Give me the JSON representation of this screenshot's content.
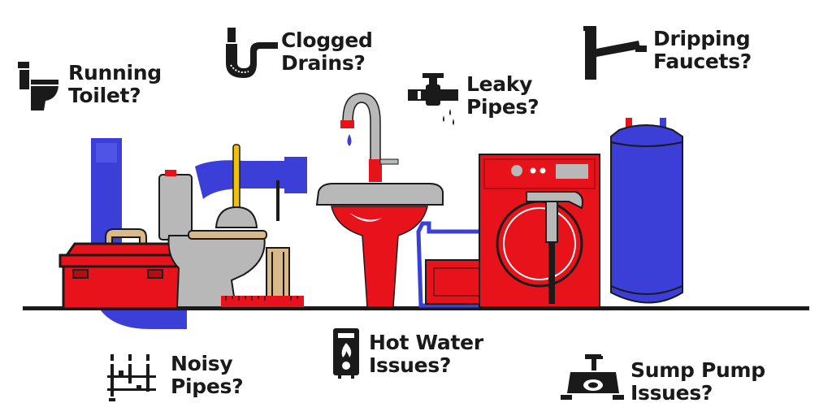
{
  "labels": {
    "running_toilet": {
      "line1": "Running",
      "line2": "Toilet?"
    },
    "clogged_drains": {
      "line1": "Clogged",
      "line2": "Drains?"
    },
    "leaky_pipes": {
      "line1": "Leaky",
      "line2": "Pipes?"
    },
    "dripping_faucets": {
      "line1": "Dripping",
      "line2": "Faucets?"
    },
    "noisy_pipes": {
      "line1": "Noisy",
      "line2": "Pipes?"
    },
    "hot_water": {
      "line1": "Hot Water",
      "line2": "Issues?"
    },
    "sump_pump": {
      "line1": "Sump Pump",
      "line2": "Issues?"
    }
  },
  "icons": {
    "running_toilet": "toilet-icon",
    "clogged_drains": "drain-trap-icon",
    "leaky_pipes": "leaky-valve-icon",
    "dripping_faucets": "faucet-icon",
    "noisy_pipes": "pipes-icon",
    "hot_water": "water-heater-icon",
    "sump_pump": "sump-pump-icon"
  },
  "colors": {
    "red": "#e8121a",
    "blue": "#3b3fd8",
    "gray": "#b8b8b8",
    "tan": "#d9b98a",
    "yellow": "#f2c200",
    "text": "#1a1a1a"
  }
}
